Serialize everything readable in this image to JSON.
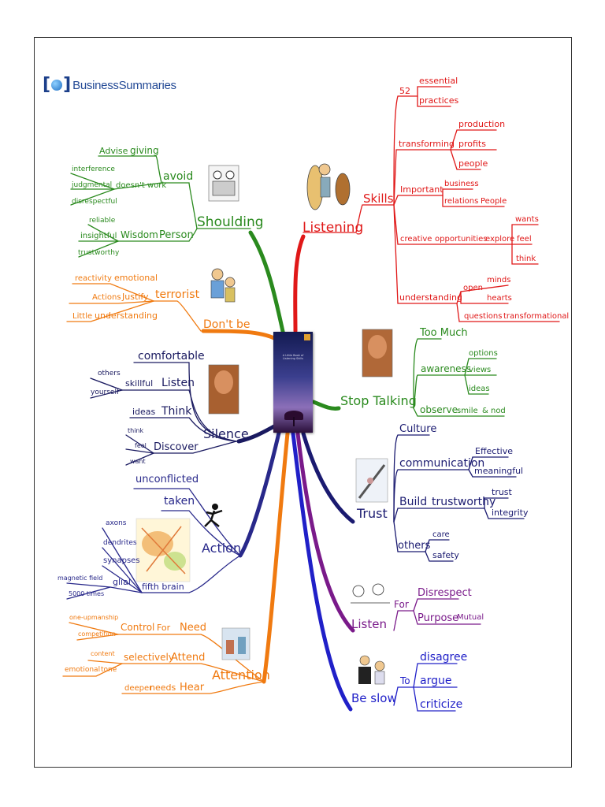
{
  "logo": {
    "text": "BusinessSummaries"
  },
  "center": {
    "book_title": "A Little Book of Listening Skills"
  },
  "colors": {
    "shoulding": "#2a8a1e",
    "dontbe": "#f07a10",
    "silence": "#1a1a60",
    "action": "#28288a",
    "attention": "#f07a10",
    "listening": "#e01818",
    "stoptalking": "#2a8a1e",
    "trust": "#1a1a70",
    "listen": "#7a1a8a",
    "beslow": "#2020c8"
  },
  "branches": {
    "shoulding": {
      "title": "Shoulding",
      "items": [
        "Advise",
        "giving",
        "avoid",
        "interference",
        "judgmental",
        "disrespectful",
        "doesn't work",
        "reliable",
        "insightful",
        "trustworthy",
        "Wisdom",
        "Person"
      ]
    },
    "dontbe": {
      "title": "Don't be",
      "items": [
        "reactivity",
        "emotional",
        "Actions",
        "Justify",
        "terrorist",
        "Little",
        "understanding"
      ]
    },
    "silence": {
      "title": "Silence",
      "items": [
        "comfortable",
        "others",
        "yourself",
        "skillful",
        "Listen",
        "ideas",
        "Think",
        "think",
        "feel",
        "want",
        "Discover"
      ]
    },
    "action": {
      "title": "Action",
      "items": [
        "unconflicted",
        "taken",
        "axons",
        "dendrites",
        "synapses",
        "glial",
        "magnetic field",
        "5000 times",
        "fifth brain"
      ]
    },
    "attention": {
      "title": "Attention",
      "items": [
        "one-upmanship",
        "competition",
        "Control",
        "For",
        "Need",
        "content",
        "emotional",
        "tone",
        "selectively",
        "Attend",
        "deeper",
        "needs",
        "Hear"
      ]
    },
    "listening": {
      "title": "Listening",
      "skills": "Skills",
      "items": [
        "52",
        "essential",
        "practices",
        "transforming",
        "production",
        "profits",
        "people",
        "Important",
        "business",
        "relations",
        "People",
        "creative",
        "opportunities",
        "explore",
        "wants",
        "feel",
        "think",
        "understanding",
        "open",
        "minds",
        "hearts",
        "questions",
        "transformational"
      ]
    },
    "stoptalking": {
      "title": "Stop Talking",
      "items": [
        "Too Much",
        "awareness",
        "options",
        "views",
        "ideas",
        "observe",
        "smile",
        "& nod"
      ]
    },
    "trust": {
      "title": "Trust",
      "items": [
        "Culture",
        "communication",
        "Effective",
        "meaningful",
        "Build",
        "trustworthy",
        "trust",
        "integrity",
        "others",
        "care",
        "safety"
      ]
    },
    "listen": {
      "title": "Listen",
      "items": [
        "For",
        "Disrespect",
        "Purpose",
        "Mutual"
      ]
    },
    "beslow": {
      "title": "Be slow",
      "items": [
        "To",
        "disagree",
        "argue",
        "criticize"
      ]
    }
  }
}
